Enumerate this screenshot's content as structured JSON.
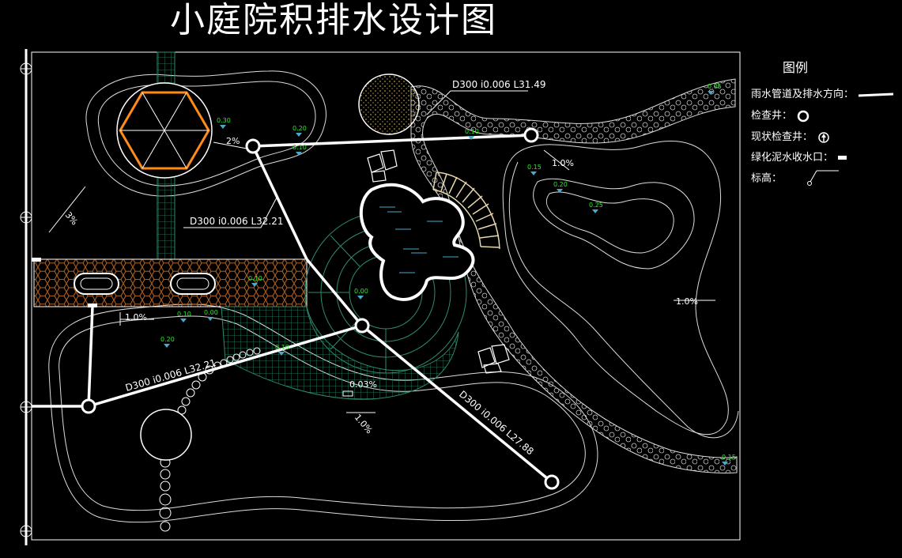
{
  "title": "小庭院积排水设计图",
  "legend": {
    "heading": "图例",
    "items": [
      {
        "label": "雨水管道及排水方向：",
        "symbol": "pipe-arrow"
      },
      {
        "label": "检查井：",
        "symbol": "manhole"
      },
      {
        "label": "现状检查井：",
        "symbol": "existing-manhole"
      },
      {
        "label": "绿化泥水收水口：",
        "symbol": "inlet"
      },
      {
        "label": "标高：",
        "symbol": "elevation"
      }
    ]
  },
  "pipes": [
    {
      "label": "D300 i0.006 L31.49"
    },
    {
      "label": "D300 i0.006 L32.21"
    },
    {
      "label": "D300 i0.006 L32.21"
    },
    {
      "label": "D300 i0.006 L27.88"
    }
  ],
  "slopes": [
    "3%",
    "2%",
    "1.0%",
    "1.0%",
    "1.0%",
    "1.0%",
    "0.03%"
  ],
  "elevations": [
    "0.30",
    "0.20",
    "0.10",
    "0.10",
    "0.05",
    "0.15",
    "0.20",
    "0.25",
    "0.10",
    "0.00",
    "0.10",
    "0.00",
    "0.20",
    "0.10",
    "0.15"
  ],
  "colors": {
    "background": "#000000",
    "lines": "#ffffff",
    "hexagon": "#ff8c1a",
    "paving": "#a65a1a",
    "grid": "#2e8b6e",
    "elevation_mark": "#2ee82e",
    "elevation_arrow": "#4aa8c8"
  }
}
